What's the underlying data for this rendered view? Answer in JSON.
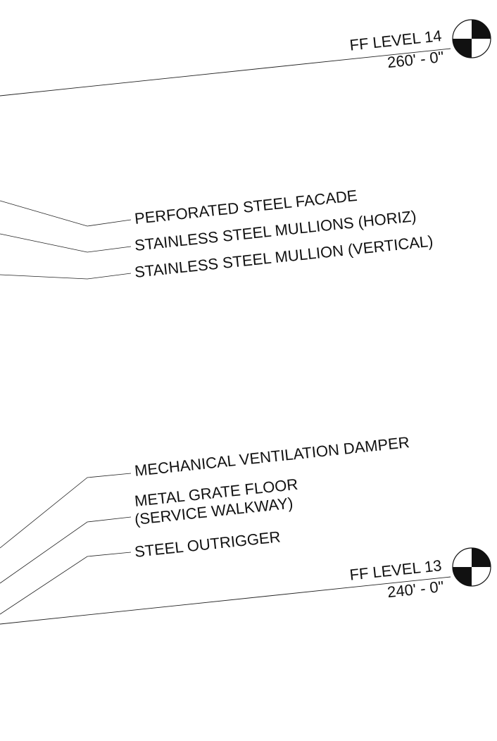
{
  "drawing": {
    "levels": [
      {
        "name": "FF LEVEL 14",
        "elevation": "260' - 0\""
      },
      {
        "name": "FF LEVEL 13",
        "elevation": "240' - 0\""
      }
    ],
    "upper_callouts": [
      "PERFORATED STEEL FACADE",
      "STAINLESS STEEL MULLIONS (HORIZ)",
      "STAINLESS STEEL MULLION (VERTICAL)"
    ],
    "lower_callouts": [
      "MECHANICAL VENTILATION DAMPER",
      "METAL GRATE FLOOR",
      "(SERVICE WALKWAY)",
      "STEEL OUTRIGGER"
    ]
  }
}
